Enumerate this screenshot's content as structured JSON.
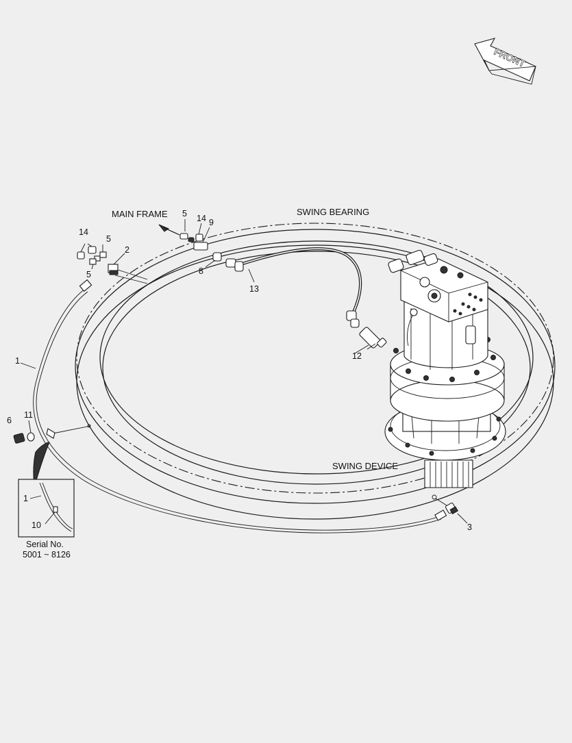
{
  "labels": {
    "front": "FRONT",
    "main_frame": "MAIN FRAME",
    "swing_bearing": "SWING BEARING",
    "swing_device": "SWING DEVICE",
    "serial_line1": "Serial No.",
    "serial_line2": "5001 ~ 8126"
  },
  "callouts": {
    "c1": "1",
    "c1_inset": "1",
    "c2": "2",
    "c3": "3",
    "c5_top": "5",
    "c5_mid": "5",
    "c5_low": "5",
    "c6": "6",
    "c8": "8",
    "c9": "9",
    "c10": "10",
    "c11": "11",
    "c12": "12",
    "c13": "13",
    "c14_left": "14",
    "c14_top": "14"
  }
}
